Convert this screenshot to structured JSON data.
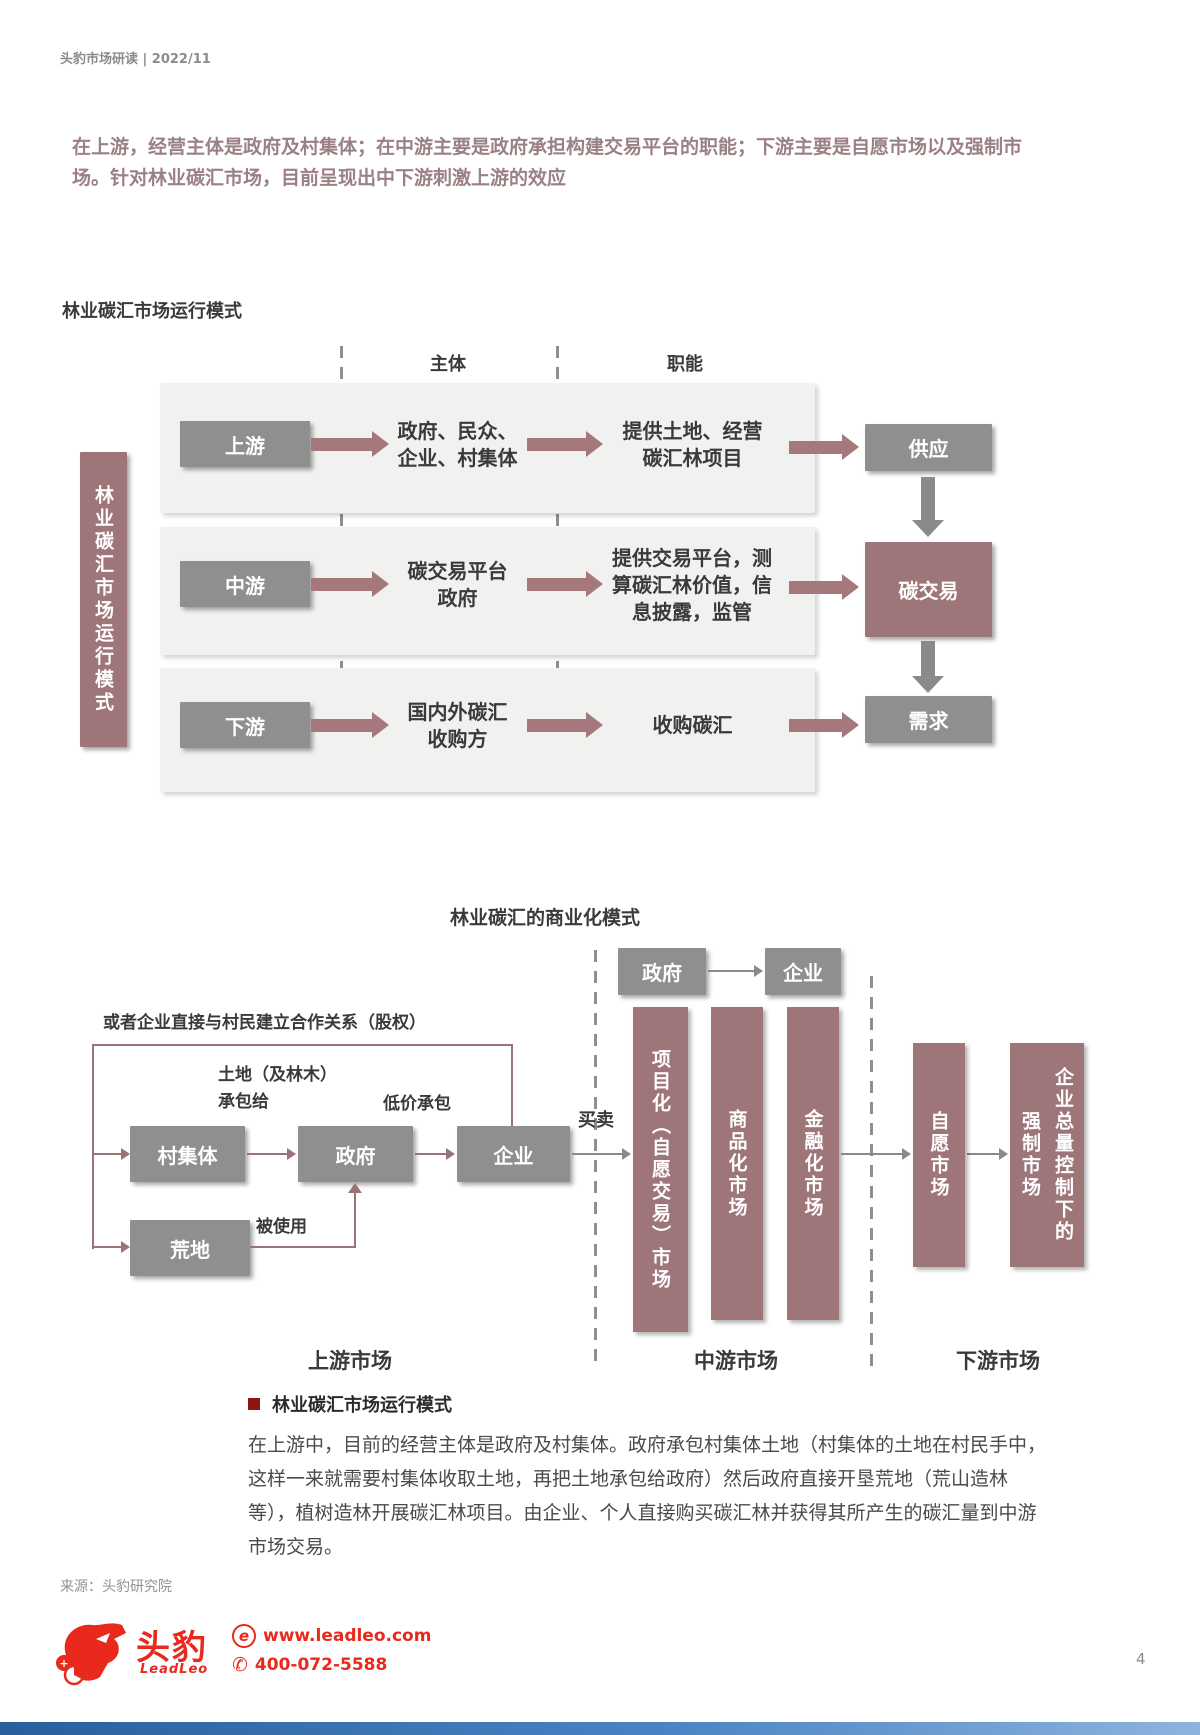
{
  "header": {
    "text": "头豹市场研读 | 2022/11"
  },
  "intro": {
    "text": "在上游，经营主体是政府及村集体；在中游主要是政府承担构建交易平台的职能；下游主要是自愿市场以及强制市场。针对林业碳汇市场，目前呈现出中下游刺激上游的效应"
  },
  "figure1": {
    "title": "林业碳汇市场运行模式",
    "left_axis": "林业碳汇市场运行模式",
    "col_subject": "主体",
    "col_function": "职能",
    "rows": [
      {
        "stage": "上游",
        "subject": "政府、民众、\n企业、村集体",
        "function": "提供土地、经营\n碳汇林项目",
        "result": "供应"
      },
      {
        "stage": "中游",
        "subject": "碳交易平台\n政府",
        "function": "提供交易平台，测\n算碳汇林价值，信\n息披露，监管",
        "result": "碳交易"
      },
      {
        "stage": "下游",
        "subject": "国内外碳汇\n收购方",
        "function": "收购碳汇",
        "result": "需求"
      }
    ]
  },
  "figure2": {
    "title": "林业碳汇的商业化模式",
    "top_boxes": {
      "from": "政府",
      "to": "企业"
    },
    "equity_note": "或者企业直接与村民建立合作关系（股权）",
    "label_land": "土地（及林木）\n承包给",
    "label_cheap": "低价承包",
    "label_used": "被使用",
    "label_trade": "买卖",
    "boxes": {
      "village": "村集体",
      "government": "政府",
      "enterprise": "企业",
      "wasteland": "荒地"
    },
    "mid_bars": [
      "项目化（自愿交易）市场",
      "商品化市场",
      "金融化市场"
    ],
    "right_bars": {
      "voluntary": "自愿市场",
      "mandatory_col1": "企业总量控制下的",
      "mandatory_col2": "强制市场"
    },
    "bottom_labels": [
      "上游市场",
      "中游市场",
      "下游市场"
    ]
  },
  "bullet_section": {
    "title": "林业碳汇市场运行模式",
    "paragraph": "在上游中，目前的经营主体是政府及村集体。政府承包村集体土地（村集体的土地在村民手中，这样一来就需要村集体收取土地，再把土地承包给政府）然后政府直接开垦荒地（荒山造林等），植树造林开展碳汇林项目。由企业、个人直接购买碳汇林并获得其所产生的碳汇量到中游市场交易。"
  },
  "source": {
    "text": "来源：头豹研究院"
  },
  "footer": {
    "brand": "头豹",
    "brand_sub": "LeadLeo",
    "e_icon_glyph": "e",
    "phone_icon_glyph": "✆",
    "website": "www.leadleo.com",
    "phone": "400-072-5588",
    "page": "4"
  },
  "colors": {
    "accent_maroon": "#9e767a",
    "gray_box": "#8f8f8f",
    "brand_red": "#e8291c",
    "bullet_red": "#8e1414",
    "footer_blue": "#2a5f9e"
  }
}
